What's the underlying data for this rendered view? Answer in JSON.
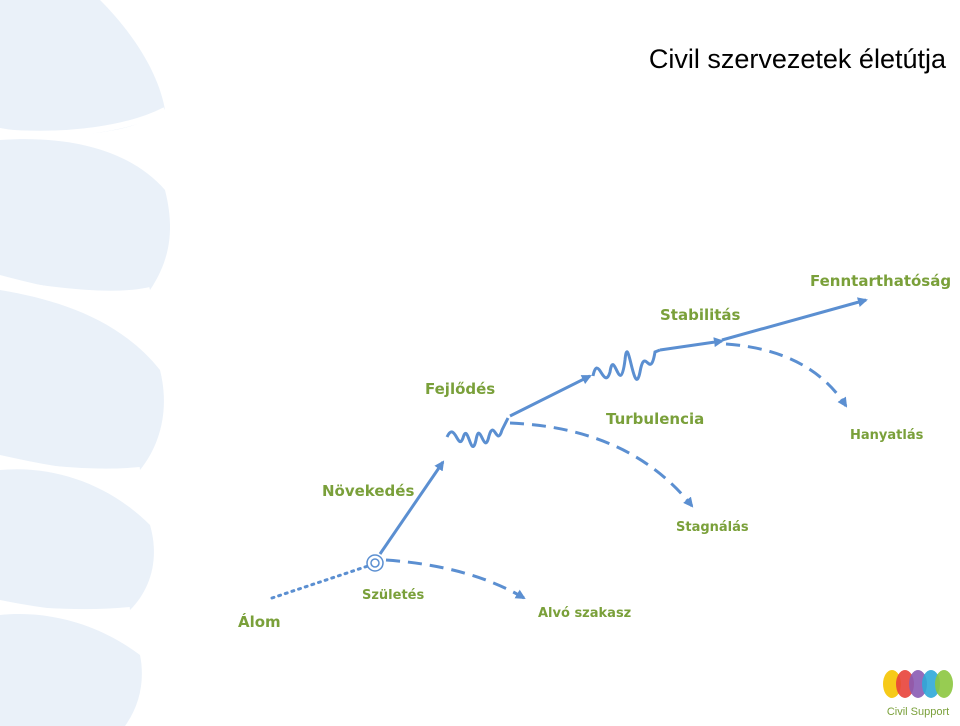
{
  "title": "Civil szervezetek életútja",
  "labels": {
    "alom": "Álom",
    "szuletes": "Születés",
    "alvo_szakasz": "Alvó szakasz",
    "novekedes": "Növekedés",
    "fejlodes": "Fejlődés",
    "stagnalas": "Stagnálás",
    "turbulencia": "Turbulencia",
    "stabilitas": "Stabilitás",
    "fenntarthatosag": "Fenntarthatóság",
    "hanyatlas": "Hanyatlás"
  },
  "logo": {
    "text": "Civil Support",
    "petal_colors": [
      "#f5c400",
      "#e8433a",
      "#8a5bb4",
      "#2fa8d8",
      "#8cc63f"
    ]
  },
  "colors": {
    "arrow": "#5b8fd1",
    "label": "#7aa03a",
    "background_shapes": "#eaf1f9"
  }
}
